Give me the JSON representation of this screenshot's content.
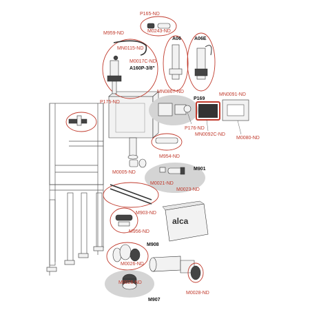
{
  "colors": {
    "label_red": "#c0392b",
    "label_black": "#111111",
    "shade": "#d4d4d4",
    "accent_red": "#c0392b"
  },
  "labels": {
    "p165": "P165-ND",
    "m0243": "M0243-ND",
    "m959": "M959-ND",
    "a06": "A06",
    "a06e": "A06E",
    "mn0115": "MN0115-ND",
    "m0017c": "M0017C-ND",
    "a160p": "A160P-3/8\"",
    "mn0867": "MN0867-ND",
    "p169": "P169",
    "mn0091": "MN0091-ND",
    "p175": "P175-ND",
    "p176": "P176-ND",
    "mn0092c": "MN0092C-ND",
    "m0080": "M0080-ND",
    "m954": "M954-ND",
    "m0005": "M0005-ND",
    "m901": "M901",
    "m0021": "M0021-ND",
    "m0023": "M0023-ND",
    "m903": "M903-ND",
    "m956": "M956-ND",
    "m908": "M908",
    "m0026a": "M0026-ND",
    "m0026b": "M0026-ND",
    "m907": "M907",
    "m0028": "M0028-ND"
  },
  "brand": {
    "logo_text": "alca"
  }
}
